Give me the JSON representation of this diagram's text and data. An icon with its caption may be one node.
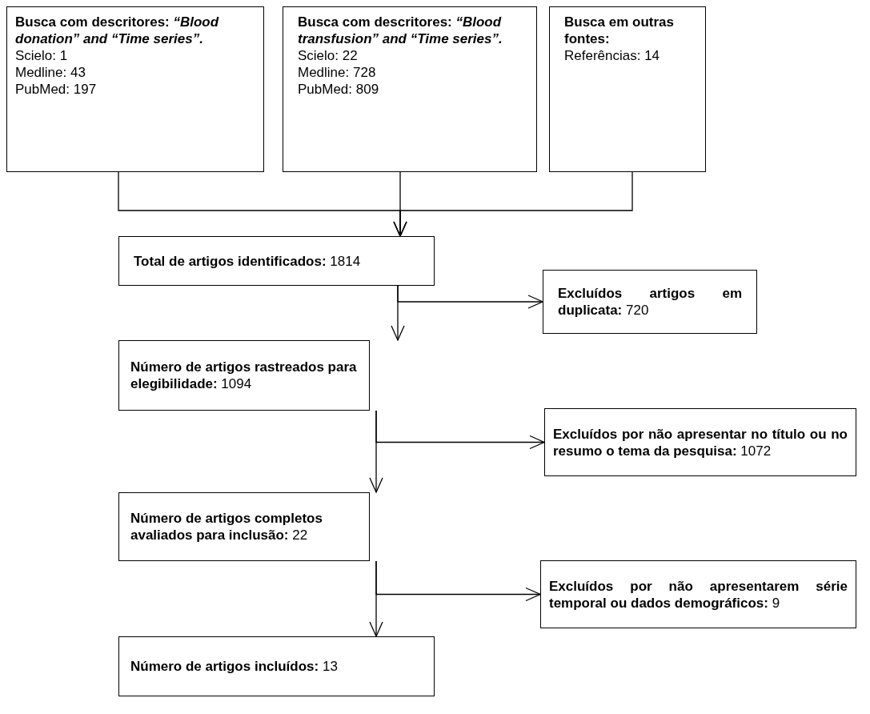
{
  "diagram": {
    "nodes": [
      {
        "text": [
          "Busca com descritores: *“Blood donation” and “Time series”.*",
          "Scielo: 1",
          "Medline: 43",
          "PubMed: 197"
        ]
      },
      {
        "text": [
          "Busca com descritores: *“Blood transfusion” and “Time series”.*",
          "Scielo: 22",
          "Medline: 728",
          "PubMed: 809"
        ]
      },
      {
        "text": [
          "Busca em outras fontes:",
          "Referências: 14"
        ]
      },
      {
        "text": [
          "**Total de artigos identificados:** 1814"
        ]
      },
      {
        "text": [
          "**Excluídos artigos em duplicata:** 720"
        ]
      },
      {
        "text": [
          "**Número de artigos rastreados para elegibilidade:** 1094"
        ]
      },
      {
        "text": [
          "**Excluídos por não apresentar no título ou no resumo o tema da pesquisa:** 1072"
        ]
      },
      {
        "text": [
          "**Número de artigos completos avaliados para inclusão:** 22"
        ]
      },
      {
        "text": [
          "**Excluídos por não apresentarem série temporal ou dados demográficos:** 9"
        ]
      },
      {
        "text": [
          "**Número de artigos incluídos:** 13"
        ]
      }
    ],
    "edges": [
      {
        "from": 0,
        "to": 3,
        "arrow": "to"
      },
      {
        "from": 1,
        "to": 3,
        "arrow": "to"
      },
      {
        "from": 2,
        "to": 3,
        "arrow": "to"
      },
      {
        "from": 3,
        "to": 4,
        "arrow": "to"
      },
      {
        "from": 3,
        "to": 5,
        "arrow": "to"
      },
      {
        "from": 5,
        "to": 6,
        "arrow": "to"
      },
      {
        "from": 5,
        "to": 7,
        "arrow": "to"
      },
      {
        "from": 7,
        "to": 8,
        "arrow": "to"
      },
      {
        "from": 7,
        "to": 9,
        "arrow": "to"
      }
    ]
  }
}
